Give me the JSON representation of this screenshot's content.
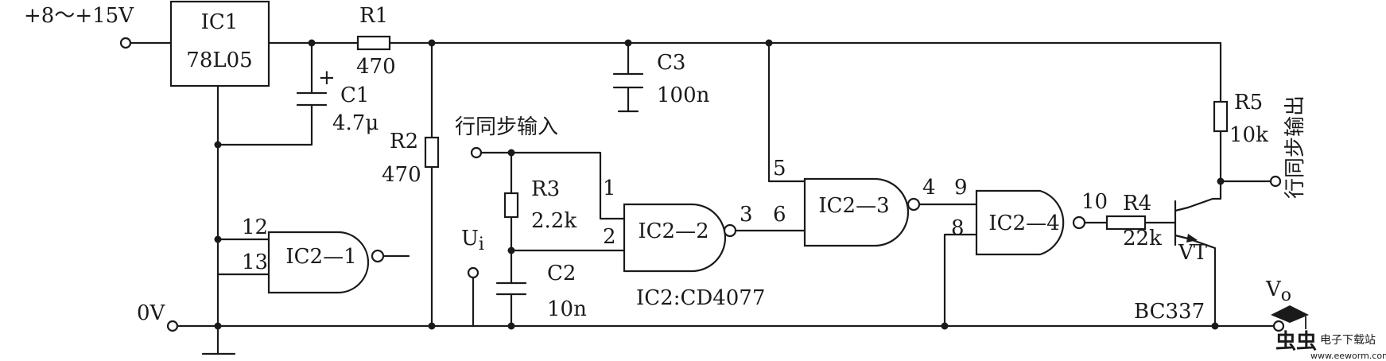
{
  "supply": {
    "label": "+8～+15V",
    "ground": "0V"
  },
  "regulator": {
    "name": "IC1",
    "part": "78L05"
  },
  "components": {
    "r1": {
      "name": "R1",
      "value": "470"
    },
    "r2": {
      "name": "R2",
      "value": "470"
    },
    "r3": {
      "name": "R3",
      "value": "2.2k"
    },
    "r4": {
      "name": "R4",
      "value": "22k"
    },
    "r5": {
      "name": "R5",
      "value": "10k"
    },
    "c1": {
      "name": "C1",
      "value": "4.7μ",
      "polarity": "+"
    },
    "c2": {
      "name": "C2",
      "value": "10n"
    },
    "c3": {
      "name": "C3",
      "value": "100n"
    },
    "transistor": {
      "name": "VT",
      "part": "BC337"
    }
  },
  "gates": {
    "g1": {
      "name": "IC2—1",
      "pins": [
        "12",
        "13"
      ]
    },
    "g2": {
      "name": "IC2—2",
      "pins": [
        "1",
        "2",
        "3"
      ]
    },
    "g3": {
      "name": "IC2—3",
      "pins": [
        "6",
        "5",
        "4"
      ]
    },
    "g4": {
      "name": "IC2—4",
      "pins": [
        "9",
        "8",
        "10"
      ]
    },
    "ic_note": "IC2:CD4077"
  },
  "signals": {
    "input": "行同步输入",
    "ui_main": "U",
    "ui_sub": "i",
    "vo_main": "V",
    "vo_sub": "o",
    "output": "行同步输出"
  },
  "watermark": {
    "logo": "虫虫",
    "site_name": "电子下载站",
    "url": "www.eeworm.com"
  }
}
